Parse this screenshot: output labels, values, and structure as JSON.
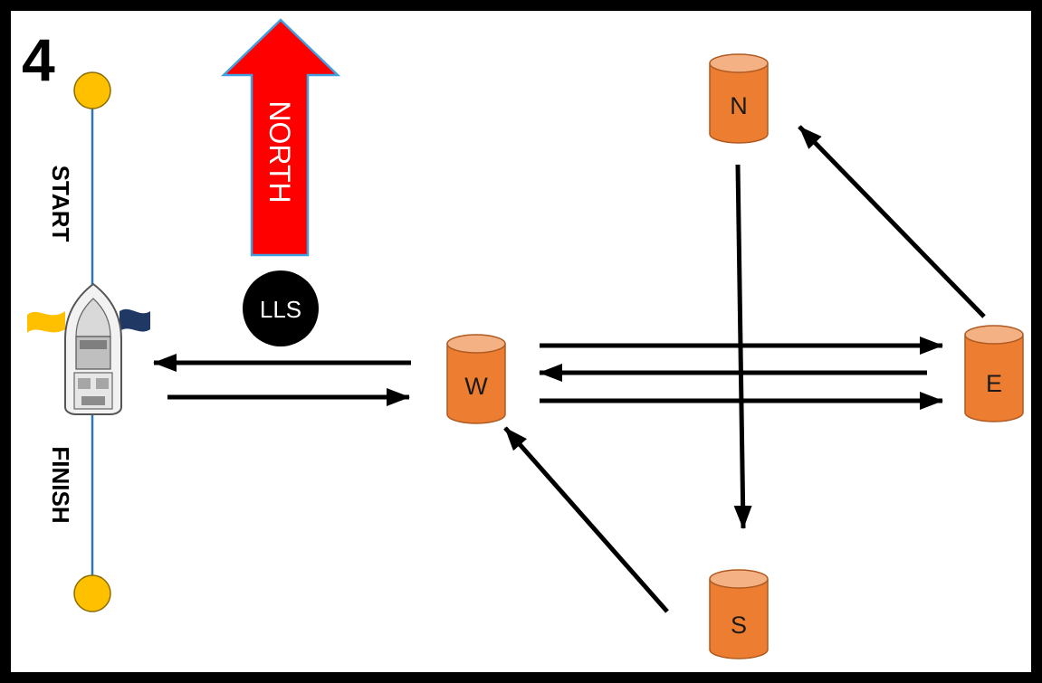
{
  "course_number": "4",
  "start_finish_line": {
    "start_label": "START",
    "finish_label": "FINISH"
  },
  "compass": {
    "label": "NORTH"
  },
  "reference_point": {
    "label": "LLS"
  },
  "marks": {
    "north": "N",
    "west": "W",
    "east": "E",
    "south": "S"
  },
  "colors": {
    "border": "#000000",
    "mark_body": "#ed7d31",
    "mark_top": "#f4b183",
    "mark_outline": "#ae5a21",
    "north_arrow_fill": "#ff0000",
    "north_arrow_outline": "#41a0e0",
    "line_buoy": "#ffc000",
    "line": "#2e75b6",
    "flag_yellow": "#ffc000",
    "flag_blue": "#1f3864",
    "lls_circle": "#000000",
    "course_arrow": "#000000"
  }
}
